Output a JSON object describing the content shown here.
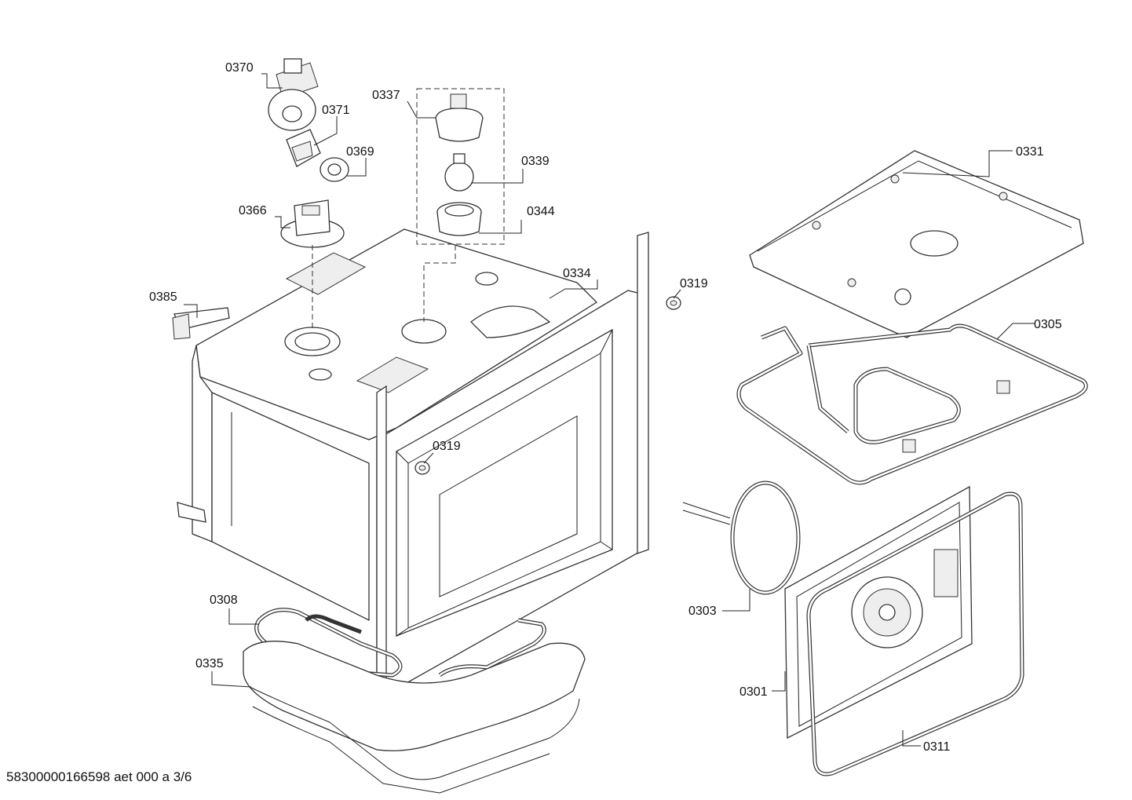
{
  "labels": {
    "p0370": "0370",
    "p0371": "0371",
    "p0369": "0369",
    "p0337": "0337",
    "p0339": "0339",
    "p0344": "0344",
    "p0366": "0366",
    "p0385": "0385",
    "p0334": "0334",
    "p0319a": "0319",
    "p0319b": "0319",
    "p0331": "0331",
    "p0305": "0305",
    "p0308": "0308",
    "p0335": "0335",
    "p0303": "0303",
    "p0301": "0301",
    "p0311": "0311"
  },
  "footer": {
    "code": "58300000166598 aet 000 a 3/6"
  }
}
